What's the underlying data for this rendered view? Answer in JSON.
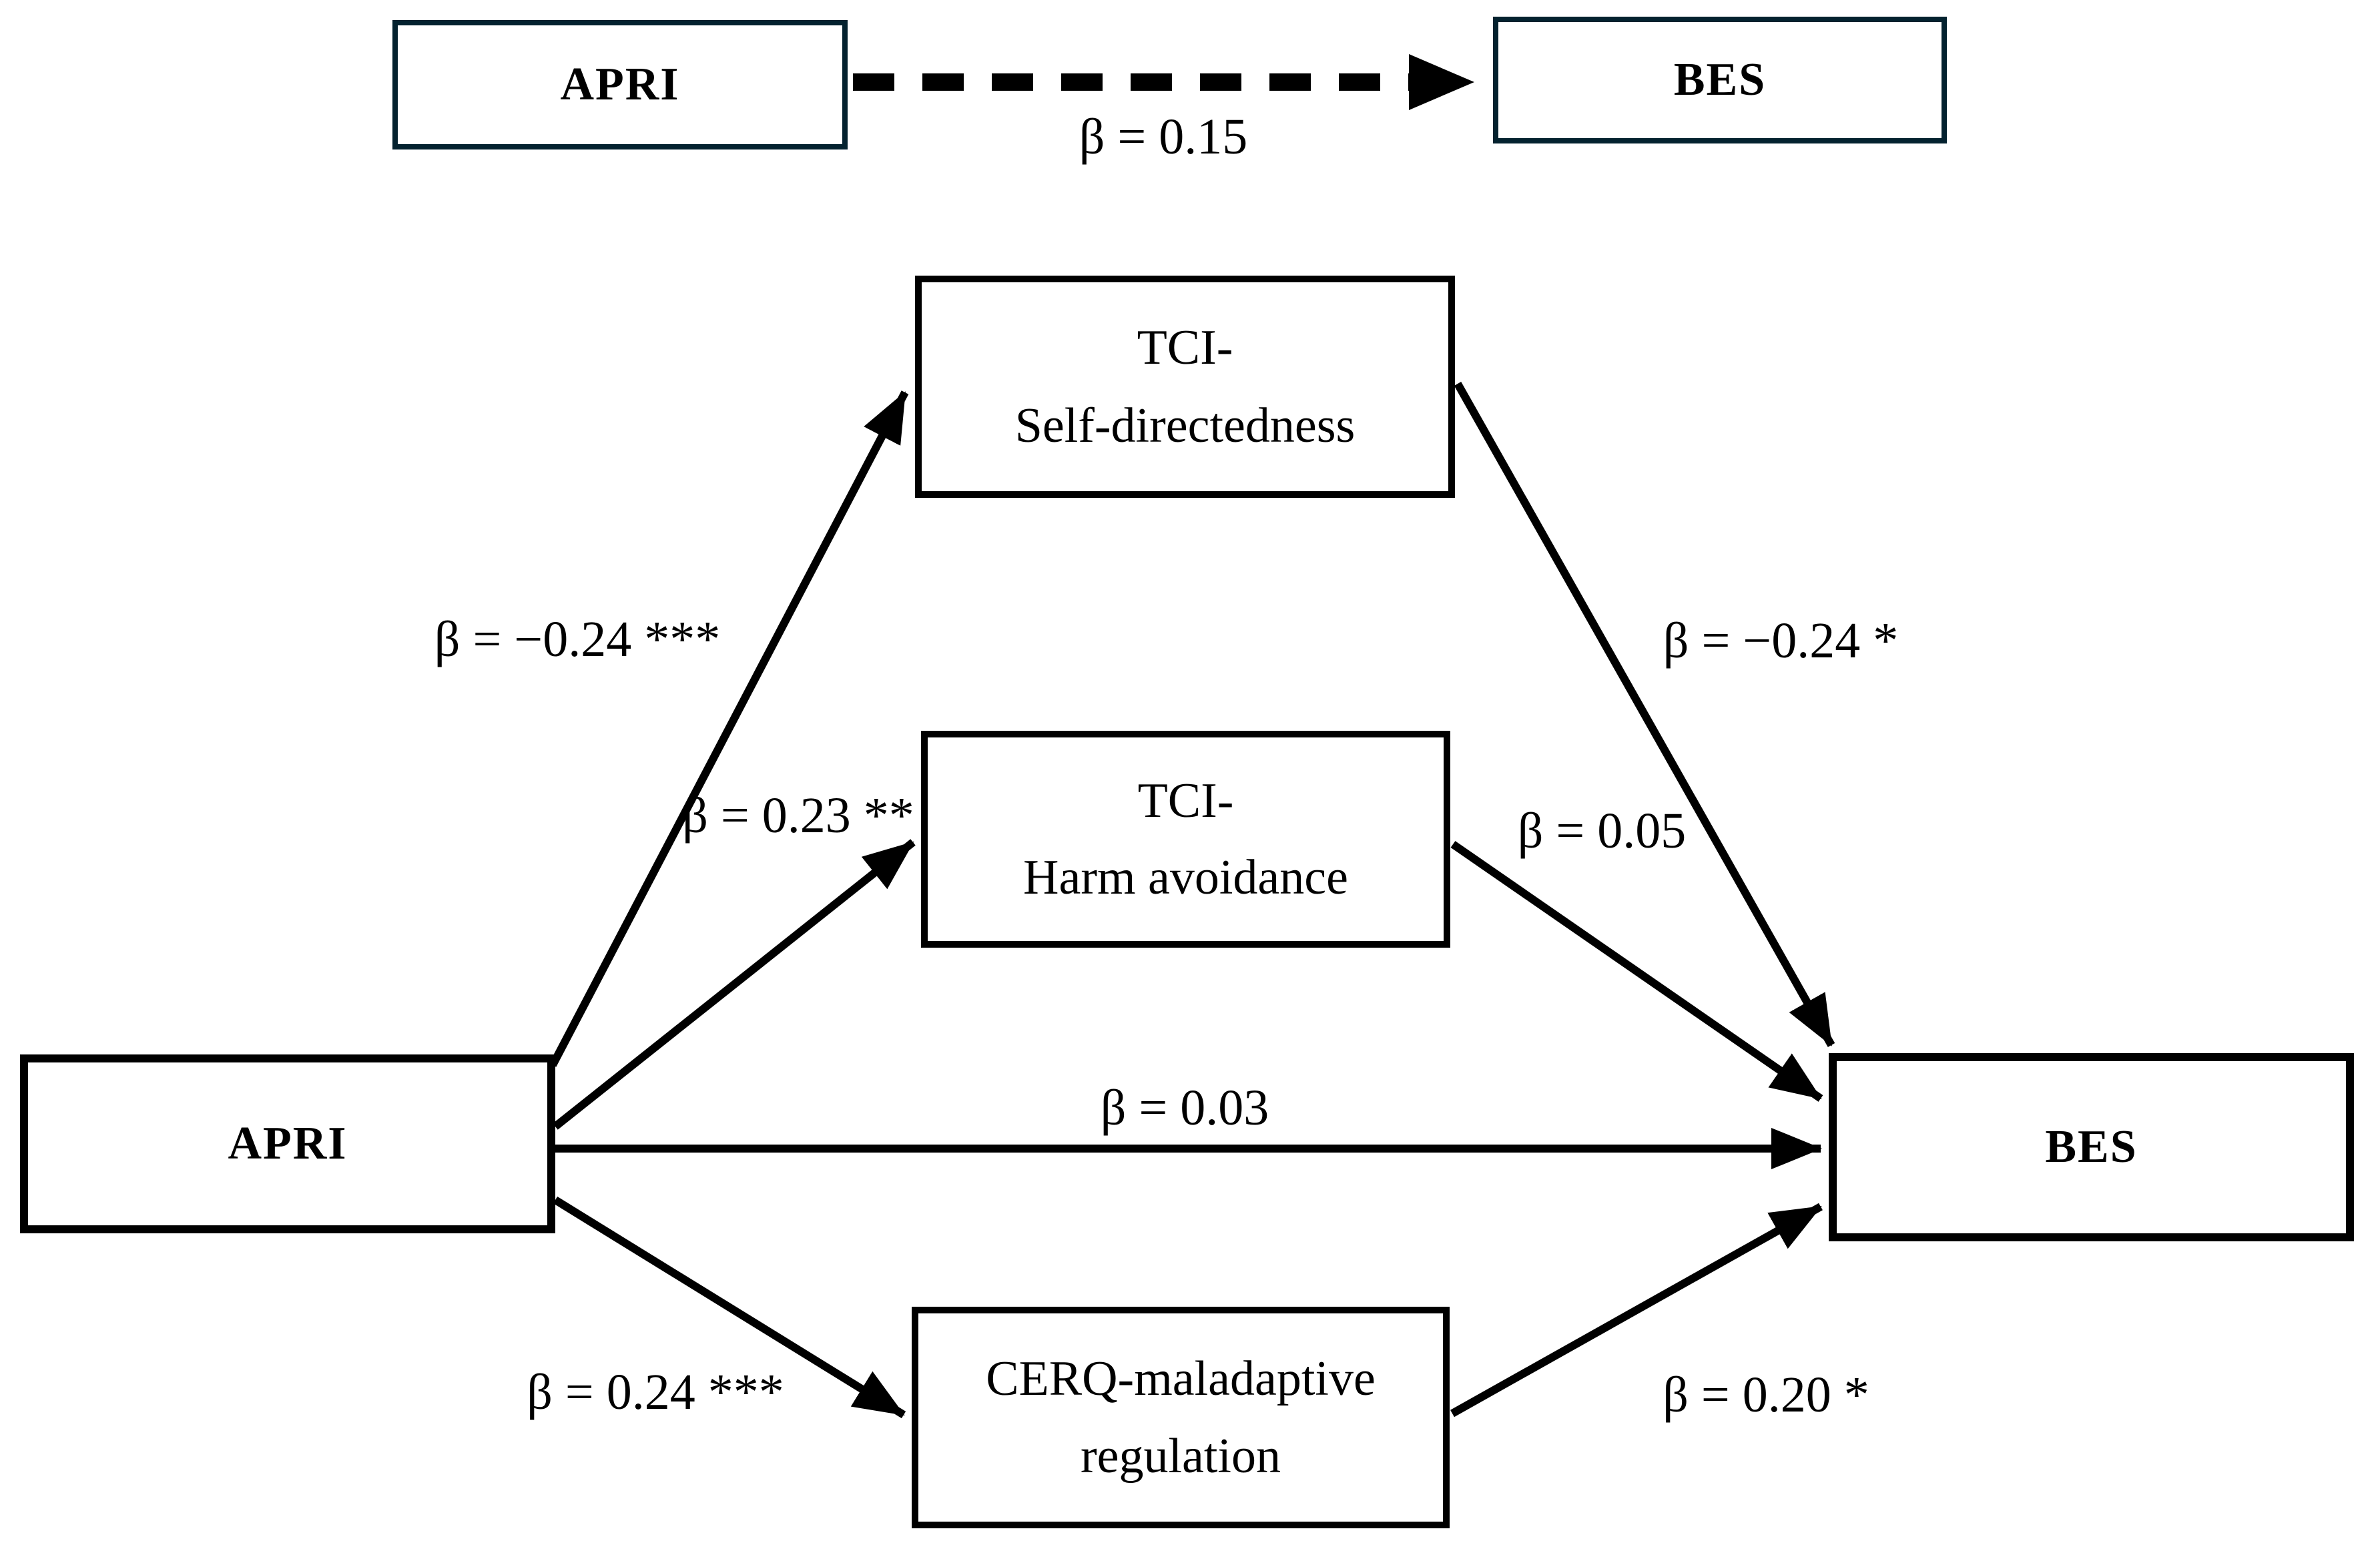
{
  "diagram": {
    "top_model": {
      "predictor_label": "APRI",
      "outcome_label": "BES",
      "path_label": "β = 0.15"
    },
    "mediation_model": {
      "predictor_label": "APRI",
      "outcome_label": "BES",
      "mediators": [
        {
          "line1": "TCI-",
          "line2": "Self-directedness"
        },
        {
          "line1": "TCI-",
          "line2": "Harm avoidance"
        },
        {
          "line1": "CERQ-maladaptive",
          "line2": "regulation"
        }
      ],
      "paths": {
        "apri_to_self_directedness": "β = −0.24 ***",
        "self_directedness_to_bes": "β = −0.24 *",
        "apri_to_harm_avoidance": "β = 0.23 **",
        "harm_avoidance_to_bes": "β = 0.05",
        "apri_to_bes_direct": "β = 0.03",
        "apri_to_cerq": "β = 0.24 ***",
        "cerq_to_bes": "β = 0.20 *"
      }
    },
    "colors": {
      "top_box_border": "#04222f",
      "line_color": "#000000"
    }
  }
}
